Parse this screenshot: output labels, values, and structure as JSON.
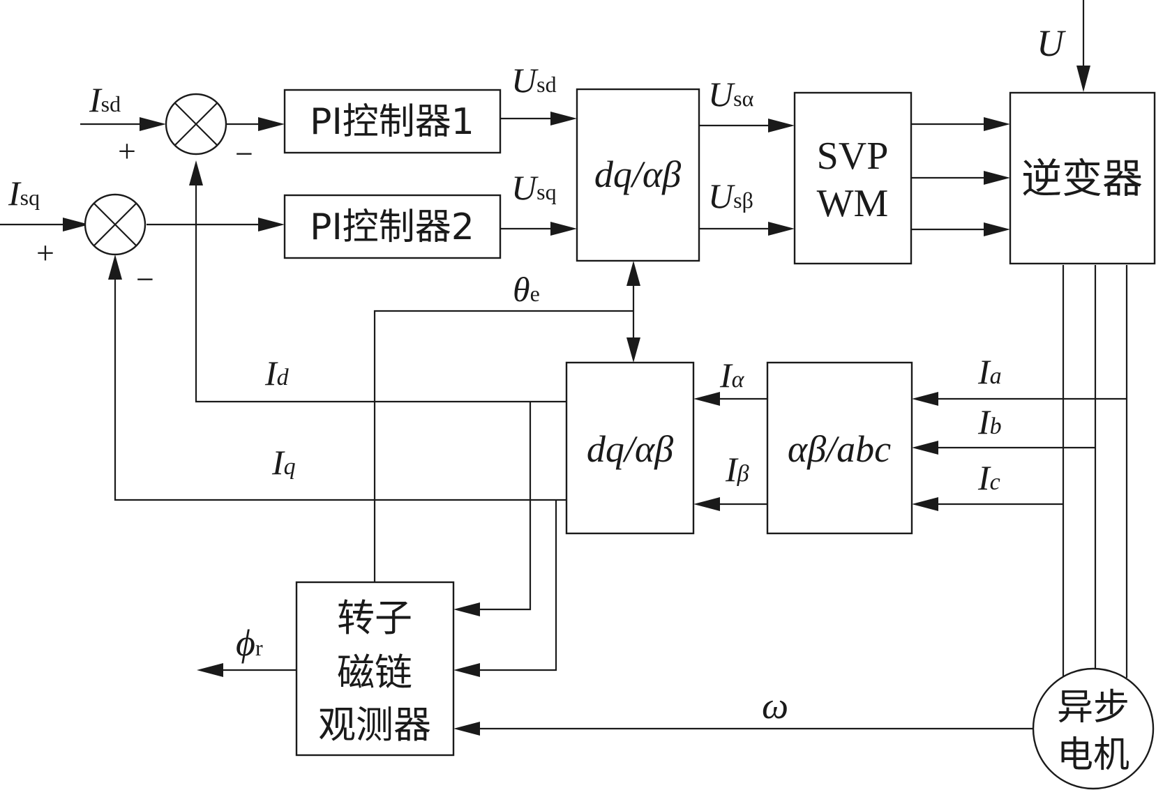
{
  "blocks": {
    "pi1": "PI控制器1",
    "pi2": "PI控制器2",
    "park_top": {
      "main": "dq/",
      "greek": "αβ"
    },
    "svpwm": [
      "SVP",
      "WM"
    ],
    "inverter": "逆变器",
    "park_bottom": {
      "main": "dq/",
      "greek": "αβ"
    },
    "clarke": {
      "greek": "αβ/",
      "main": "abc"
    },
    "observer": [
      "转子",
      "磁链",
      "观测器"
    ],
    "motor": [
      "异步",
      "电机"
    ]
  },
  "signals": {
    "isd": {
      "main": "I",
      "sub": "sd"
    },
    "isq": {
      "main": "I",
      "sub": "sq"
    },
    "usd": {
      "main": "U",
      "sub": "sd"
    },
    "usq": {
      "main": "U",
      "sub": "sq"
    },
    "usalpha": {
      "main": "U",
      "sub": "sα"
    },
    "usbeta": {
      "main": "U",
      "sub": "sβ"
    },
    "u": "U",
    "theta": {
      "main": "θ",
      "sub": "e"
    },
    "id": {
      "main": "I",
      "sub": "d"
    },
    "iq": {
      "main": "I",
      "sub": "q"
    },
    "ialpha": {
      "main": "I",
      "sub": "α"
    },
    "ibeta": {
      "main": "I",
      "sub": "β"
    },
    "ia": {
      "main": "I",
      "sub": "a"
    },
    "ib": {
      "main": "I",
      "sub": "b"
    },
    "ic": {
      "main": "I",
      "sub": "c"
    },
    "phi": {
      "main": "ϕ",
      "sub": "r"
    },
    "omega": "ω"
  },
  "signs": {
    "sum1_plus": "+",
    "sum1_minus": "−",
    "sum2_plus": "+",
    "sum2_minus": "−"
  }
}
